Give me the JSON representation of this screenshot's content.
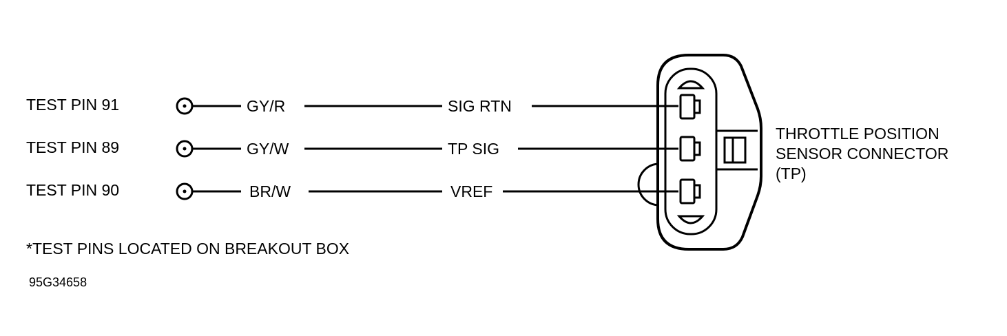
{
  "pins": [
    {
      "label": "TEST PIN 91",
      "wire_color": "GY/R",
      "circuit": "SIG RTN"
    },
    {
      "label": "TEST PIN 89",
      "wire_color": "GY/W",
      "circuit": "TP SIG"
    },
    {
      "label": "TEST PIN 90",
      "wire_color": "BR/W",
      "circuit": "VREF"
    }
  ],
  "connector": {
    "title_lines": [
      "THROTTLE POSITION",
      "SENSOR CONNECTOR",
      "(TP)"
    ]
  },
  "footnote": "*TEST PINS LOCATED ON BREAKOUT BOX",
  "figure_code": "95G34658"
}
